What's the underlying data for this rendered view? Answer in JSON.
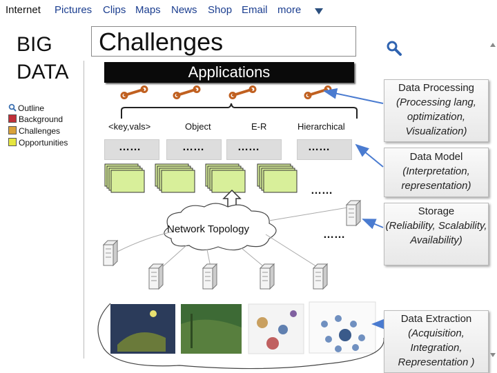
{
  "nav": {
    "items": [
      "Internet",
      "Pictures",
      "Clips",
      "Maps",
      "News",
      "Shop",
      "Email",
      "more"
    ]
  },
  "left": {
    "big": "BIG",
    "data": "DATA",
    "legend": [
      {
        "label": "Outline",
        "color": "#3a6fb0",
        "icon": "search-icon"
      },
      {
        "label": "Background",
        "color": "#c0303a"
      },
      {
        "label": "Challenges",
        "color": "#d9a23a"
      },
      {
        "label": "Opportunities",
        "color": "#e6e640"
      }
    ]
  },
  "slide": {
    "title": "Challenges",
    "applications": "Applications",
    "data_models": [
      "<key,vals>",
      "Object",
      "E-R",
      "Hierarchical"
    ],
    "dots": "……",
    "network": "Network Topology"
  },
  "right": {
    "boxes": [
      {
        "title": "Data Processing",
        "sub": "(Processing lang, optimization, Visualization)"
      },
      {
        "title": "Data Model",
        "sub": "(Interpretation, representation)"
      },
      {
        "title": "Storage",
        "sub": "(Reliability, Scalability, Availability)"
      },
      {
        "title": "Data Extraction",
        "sub": "(Acquisition, Integration, Representation )"
      }
    ]
  },
  "colors": {
    "nav_link": "#1a3d8f",
    "arrow": "#4a7bd0",
    "wrench": "#c06020",
    "doc_fill": "#d8ef9a"
  }
}
